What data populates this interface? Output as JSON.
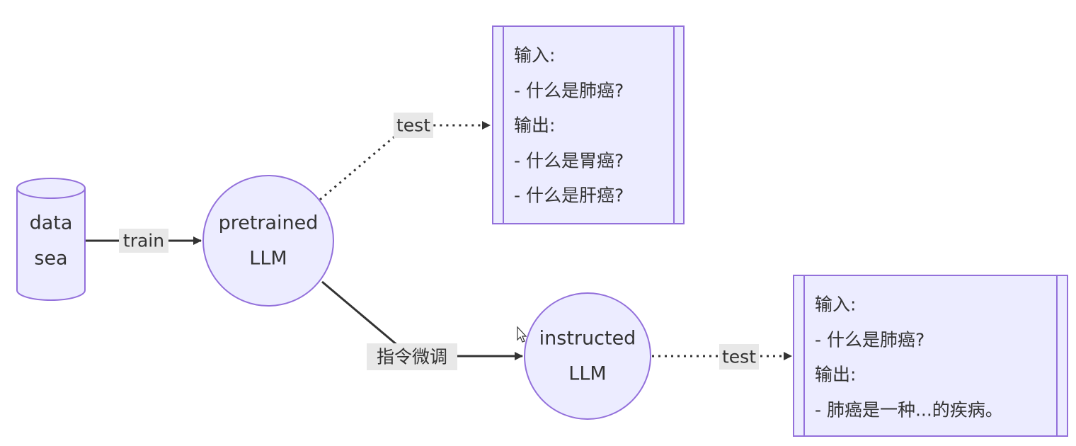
{
  "colors": {
    "node_fill": "#ececff",
    "node_stroke": "#9370db",
    "edge": "#333333",
    "label_bg": "#e8e8e8",
    "text": "#333333"
  },
  "nodes": {
    "data_sea": {
      "shape": "cylinder",
      "lines": [
        "data",
        "sea"
      ]
    },
    "pretrained": {
      "shape": "circle",
      "lines": [
        "pretrained",
        "LLM"
      ]
    },
    "instructed": {
      "shape": "circle",
      "lines": [
        "instructed",
        "LLM"
      ]
    }
  },
  "edges": {
    "train": {
      "label": "train",
      "style": "solid"
    },
    "test_pretrained": {
      "label": "test",
      "style": "dotted"
    },
    "instruction_tuning": {
      "label": "指令微调",
      "style": "solid"
    },
    "test_instructed": {
      "label": "test",
      "style": "dotted"
    }
  },
  "notes": {
    "pretrained_output": {
      "lines": [
        "输入:",
        "- 什么是肺癌?",
        "输出:",
        "- 什么是胃癌?",
        "- 什么是肝癌?"
      ]
    },
    "instructed_output": {
      "lines": [
        "输入:",
        "- 什么是肺癌?",
        "输出:",
        "- 肺癌是一种...的疾病。"
      ]
    }
  }
}
